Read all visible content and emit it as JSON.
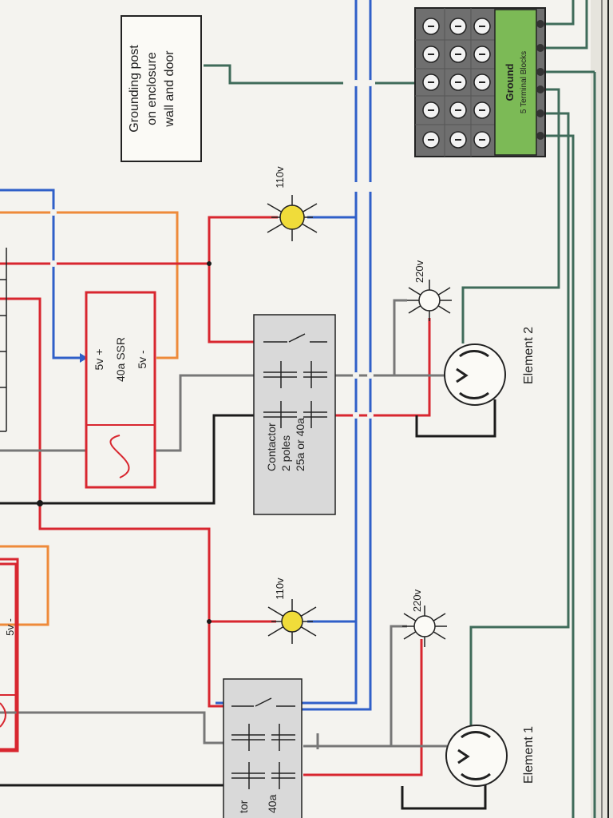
{
  "labels": {
    "grounding_line1": "Grounding post",
    "grounding_line2": "on enclosure",
    "grounding_line3": "wall and door",
    "ground_title": "Ground",
    "ground_sub": "5 Terminal Blocks",
    "lamp_110_top": "110v",
    "lamp_110_mid": "110v",
    "lamp_220_top": "220v",
    "lamp_220_bottom": "220v",
    "ssr_line1": "5v +",
    "ssr_line2": "40a SSR",
    "ssr_line3": "5v -",
    "ssr_partial": "5v -",
    "contactor_line1": "Contactor",
    "contactor_line2": "2 poles",
    "contactor_line3": "25a or 40a",
    "contactor_partial1": "tor",
    "contactor_partial2": "40a",
    "element1": "Element 1",
    "element2": "Element 2"
  },
  "colors": {
    "paper": "#f4f3ef",
    "background": "#ecebe6",
    "red_wire": "#d8262f",
    "blue_wire": "#2f5fc8",
    "orange_wire": "#ee8a3a",
    "gray_wire": "#777777",
    "black_wire": "#1a1a1a",
    "green_wire": "#3f6b5a",
    "lamp_110": "#f0dc3a",
    "ground_block": "#7cba56",
    "terminal_block": "#6f6f6f",
    "component_fill": "#d9d9d9"
  }
}
